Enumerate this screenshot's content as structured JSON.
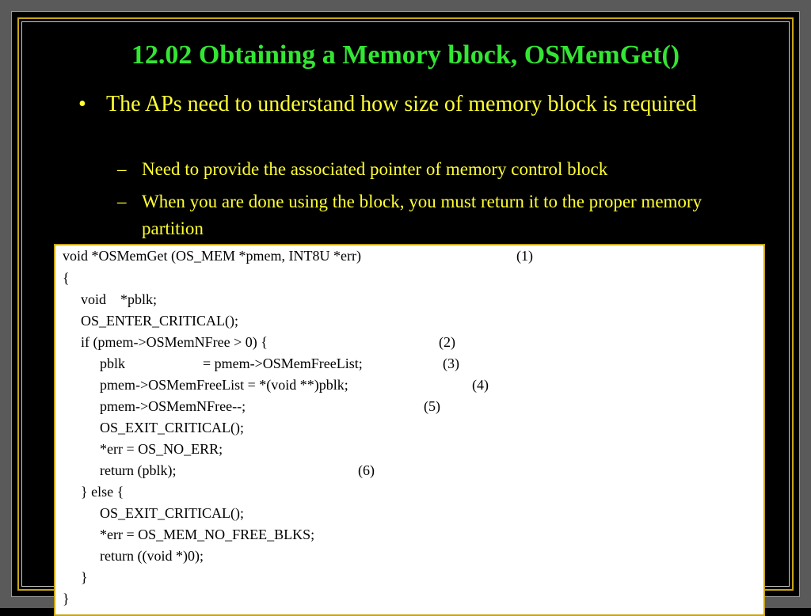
{
  "slide": {
    "title": "12.02 Obtaining a Memory block, OSMemGet()",
    "bullets": [
      {
        "mark": "•",
        "text": "The APs need to understand how size of memory block is required",
        "sub": [
          {
            "mark": "–",
            "text": "Need to provide the associated pointer of memory control block"
          },
          {
            "mark": "–",
            "text": "When you are done using the block, you must return it to the proper memory partition"
          }
        ]
      }
    ]
  },
  "code": {
    "lines": [
      {
        "text": "void *OSMemGet (OS_MEM *pmem, INT8U *err)",
        "note": "(1)"
      },
      {
        "text": "{",
        "note": ""
      },
      {
        "text": "void    *pblk;",
        "note": ""
      },
      {
        "text": "OS_ENTER_CRITICAL();",
        "note": ""
      },
      {
        "text": "if (pmem->OSMemNFree > 0) {",
        "note": "(2)"
      },
      {
        "text": "pblk",
        "text2": "= pmem->OSMemFreeList;",
        "note": "(3)"
      },
      {
        "text": "pmem->OSMemFreeList = ",
        "highlight": "*(void **)",
        "rest": "pblk;",
        "note": "(4)"
      },
      {
        "text": "pmem->OSMemNFree--;",
        "note": "(5)"
      },
      {
        "text": "OS_EXIT_CRITICAL();",
        "note": ""
      },
      {
        "text": "*err = OS_NO_ERR;",
        "note": ""
      },
      {
        "text": "return (pblk);",
        "note": "(6)"
      },
      {
        "text": "} else {",
        "note": ""
      },
      {
        "text": "OS_EXIT_CRITICAL();",
        "note": ""
      },
      {
        "text": "*err = OS_MEM_NO_FREE_BLKS;",
        "note": ""
      },
      {
        "text": "return ((void *)0);",
        "note": ""
      },
      {
        "text": "}",
        "note": ""
      },
      {
        "text": "}",
        "note": ""
      }
    ],
    "highlight_color": "#3333cc"
  },
  "colors": {
    "title": "#33e633",
    "bullet_text": "#ffff33",
    "border_gold": "#c8a415",
    "background": "#000000"
  }
}
